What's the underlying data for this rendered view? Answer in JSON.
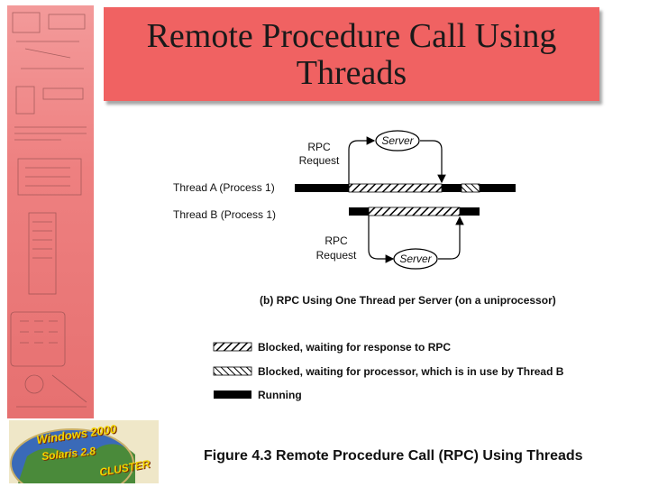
{
  "slide": {
    "title_line1": "Remote Procedure Call Using",
    "title_line2": "Threads"
  },
  "diagram": {
    "rpc_request_top": [
      "RPC",
      "Request"
    ],
    "rpc_request_bottom": [
      "RPC",
      "Request"
    ],
    "server_top": "Server",
    "server_bottom": "Server",
    "thread_a_label": "Thread A  (Process 1)",
    "thread_b_label": "Thread B  (Process 1)",
    "subcaption": "(b) RPC Using One Thread per Server  (on a uniprocessor)",
    "legend": [
      {
        "key": "blocked-response",
        "text": "Blocked, waiting for response to RPC"
      },
      {
        "key": "blocked-processor",
        "text": "Blocked, waiting for processor, which is in use by Thread B"
      },
      {
        "key": "running",
        "text": "Running"
      }
    ],
    "figure_caption": "Figure 4.3  Remote Procedure Call (RPC) Using Threads"
  },
  "logo": {
    "word1": "Windows 2000",
    "word2": "Solaris 2.8",
    "word3": "CLUSTER"
  },
  "colors": {
    "title_bg": "#f06262",
    "sidebar_bg": "#ee8080",
    "bar_running": "#000000"
  }
}
